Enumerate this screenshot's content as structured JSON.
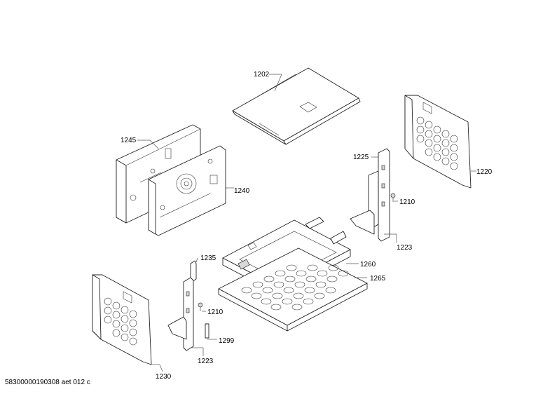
{
  "labels": {
    "p1202": "1202",
    "p1245": "1245",
    "p1240": "1240",
    "p1225": "1225",
    "p1220": "1220",
    "p1210a": "1210",
    "p1223a": "1223",
    "p1260": "1260",
    "p1265": "1265",
    "p1235": "1235",
    "p1210b": "1210",
    "p1299": "1299",
    "p1223b": "1223",
    "p1230": "1230"
  },
  "footer": "58300000190308 aet 012 c"
}
